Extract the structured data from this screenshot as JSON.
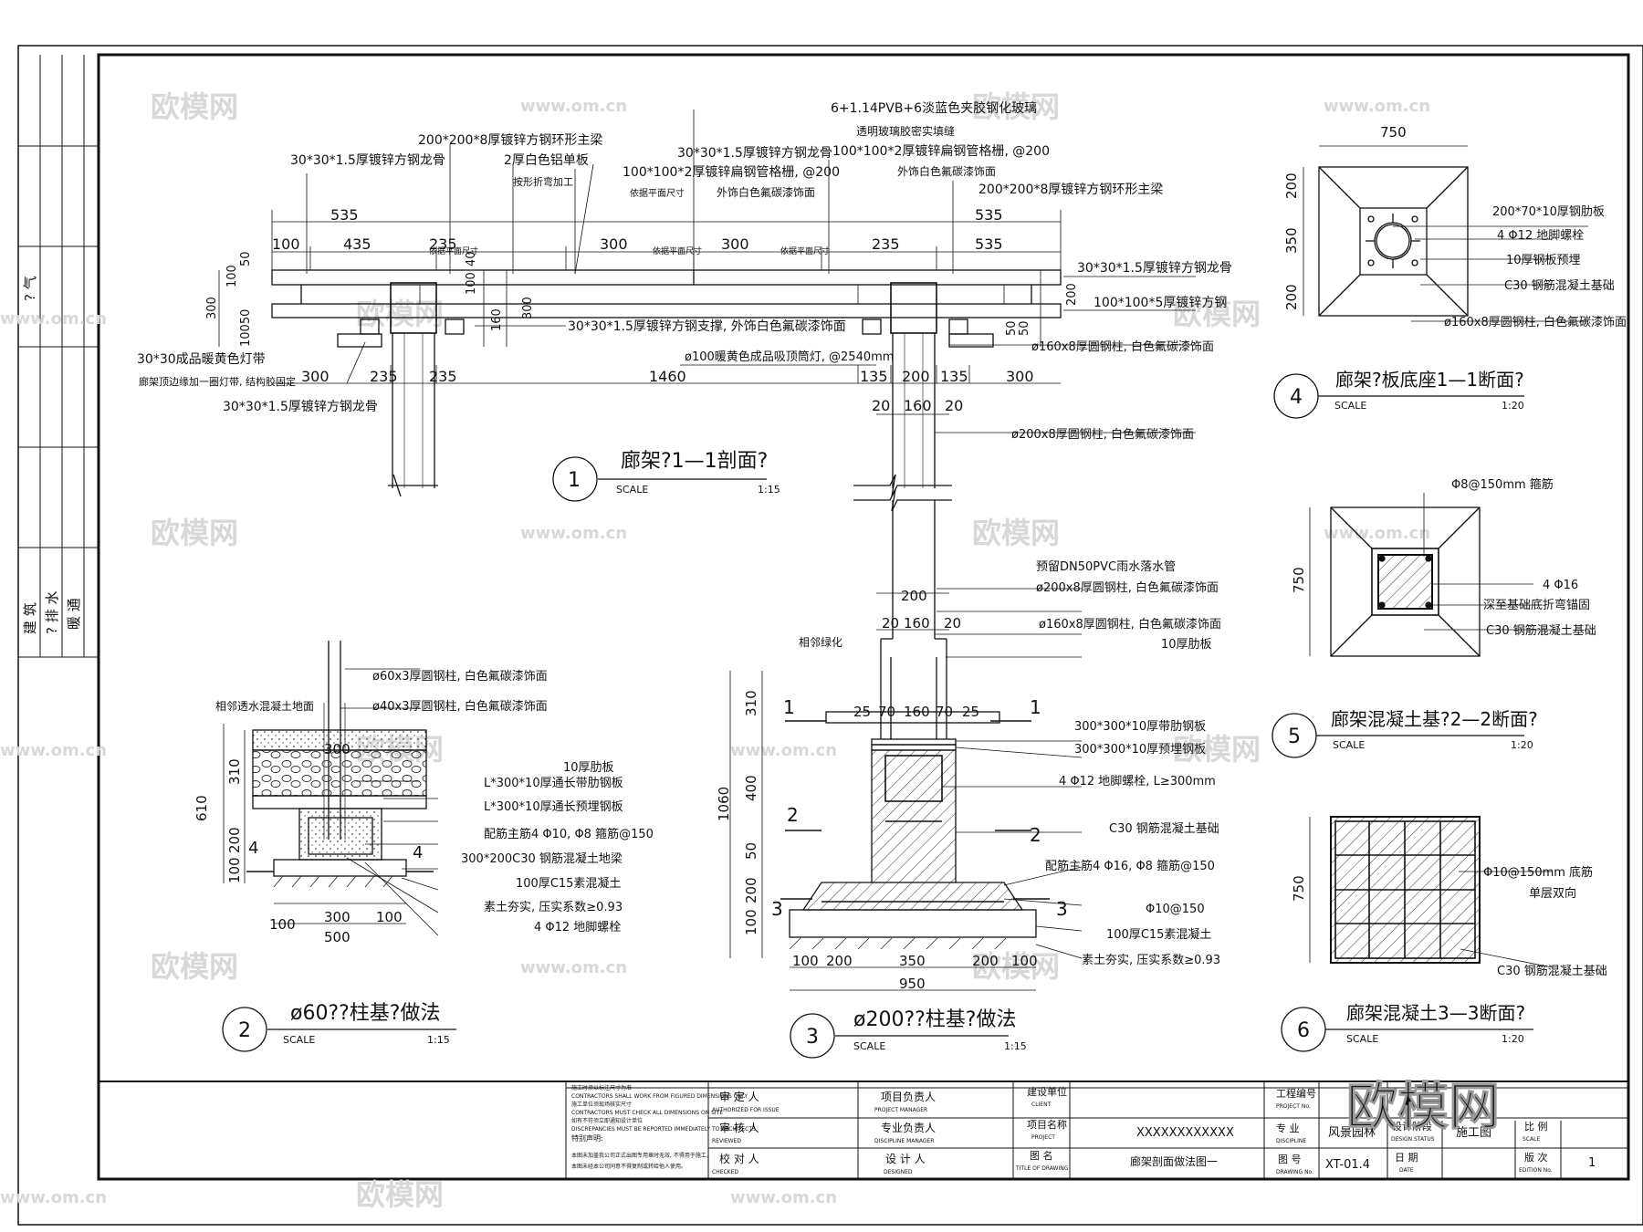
{
  "watermark": {
    "logo": "欧模网",
    "url": "www.om.cn"
  },
  "left_strip": {
    "items": [
      "建 筑",
      "? 气",
      "? 排 水",
      "暖 通",
      "?"
    ]
  },
  "detail1": {
    "num": "1",
    "title": "廊架?1—1剖面?",
    "scale_word": "SCALE",
    "scale": "1:15",
    "labels": [
      "200*200*8厚镀锌方钢环形主梁",
      "30*30*1.5厚镀锌方钢龙骨",
      "2厚白色铝单板",
      "按形折弯加工",
      "30*30*1.5厚镀锌方钢龙骨",
      "100*100*2厚镀锌扁钢管格栅, @200",
      "依据平面尺寸",
      "外饰白色氟碳漆饰面",
      "6+1.14PVB+6淡蓝色夹胶钢化玻璃",
      "透明玻璃胶密实填缝",
      "100*100*2厚镀锌扁钢管格栅, @200",
      "外饰白色氟碳漆饰面",
      "200*200*8厚镀锌方钢环形主梁",
      "30*30*1.5厚镀锌方钢龙骨",
      "100*100*5厚镀锌方钢",
      "30*30*1.5厚镀锌方钢支撑, 外饰白色氟碳漆饰面",
      "ø160x8厚圆钢柱, 白色氟碳漆饰面",
      "ø100暖黄色成品吸顶筒灯, @2540mm",
      "30*30成品暖黄色灯带",
      "廊架顶边缘加一圈灯带, 结构胶固定",
      "30*30*1.5厚镀锌方钢龙骨",
      "ø200x8厚圆钢柱, 白色氟碳漆饰面"
    ],
    "dims": [
      "535",
      "100",
      "435",
      "235",
      "300",
      "300",
      "235",
      "535",
      "50",
      "100",
      "300",
      "10050",
      "40",
      "100",
      "160",
      "300",
      "200",
      "50",
      "50",
      "300",
      "235",
      "235",
      "1460",
      "135",
      "200",
      "135",
      "300",
      "20",
      "160",
      "20",
      "依据平面尺寸"
    ]
  },
  "detail2": {
    "num": "2",
    "title": "ø60??柱基?做法",
    "scale_word": "SCALE",
    "scale": "1:15",
    "labels": [
      "ø60x3厚圆钢柱, 白色氟碳漆饰面",
      "ø40x3厚圆钢柱, 白色氟碳漆饰面",
      "相邻透水混凝土地面",
      "10厚肋板",
      "L*300*10厚通长带肋钢板",
      "L*300*10厚通长预埋钢板",
      "配筋主筋4 Φ10, Φ8 箍筋@150",
      "300*200C30 钢筋混凝土地梁",
      "100厚C15素混凝土",
      "素土夯实, 压实系数≥0.93",
      "4 Φ12 地脚螺栓"
    ],
    "dims": [
      "610",
      "310",
      "200",
      "100",
      "300",
      "300",
      "100",
      "100",
      "500",
      "4",
      "4"
    ]
  },
  "detail3": {
    "num": "3",
    "title": "ø200??柱基?做法",
    "scale_word": "SCALE",
    "scale": "1:15",
    "labels": [
      "预留DN50PVC雨水落水管",
      "ø200x8厚圆钢柱, 白色氟碳漆饰面",
      "ø160x8厚圆钢柱, 白色氟碳漆饰面",
      "10厚肋板",
      "相邻绿化",
      "300*300*10厚带肋钢板",
      "300*300*10厚预埋钢板",
      "4 Φ12 地脚螺栓, L≥300mm",
      "C30 钢筋混凝土基础",
      "配筋主筋4 Φ16, Φ8 箍筋@150",
      "Φ10@150",
      "100厚C15素混凝土",
      "素土夯实, 压实系数≥0.93"
    ],
    "dims": [
      "200",
      "20",
      "160",
      "20",
      "25",
      "70",
      "160",
      "70",
      "25",
      "310",
      "400",
      "1060",
      "50",
      "200",
      "100",
      "100",
      "200",
      "350",
      "200",
      "100",
      "950",
      "1",
      "1",
      "2",
      "2",
      "3",
      "3"
    ]
  },
  "detail4": {
    "num": "4",
    "title": "廊架?板底座1—1断面?",
    "scale_word": "SCALE",
    "scale": "1:20",
    "labels": [
      "200*70*10厚钢肋板",
      "4 Φ12 地脚螺栓",
      "10厚钢板预埋",
      "C30 钢筋混凝土基础",
      "ø160x8厚圆钢柱, 白色氟碳漆饰面"
    ],
    "dims": [
      "750",
      "200",
      "350",
      "200"
    ]
  },
  "detail5": {
    "num": "5",
    "title": "廊架混凝土基?2—2断面?",
    "scale_word": "SCALE",
    "scale": "1:20",
    "labels": [
      "Φ8@150mm 箍筋",
      "4 Φ16",
      "深至基础底折弯锚固",
      "C30 钢筋混凝土基础"
    ],
    "dims": [
      "750"
    ]
  },
  "detail6": {
    "num": "6",
    "title": "廊架混凝土3—3断面?",
    "scale_word": "SCALE",
    "scale": "1:20",
    "labels": [
      "Φ10@150mm 底筋",
      "单层双向",
      "C30 钢筋混凝土基础"
    ],
    "dims": [
      "750"
    ]
  },
  "title_block": {
    "notes": [
      "施工时须以标注尺寸为准",
      "CONTRACTORS SHALL WORK FROM FIGURED DIMENSIONS ONLY",
      "施工单位须现场核实尺寸",
      "CONTRACTORS MUST CHECK ALL DIMENSIONS ON SITE",
      "如有不符须立即通知设计单位",
      "DISCREPANCIES MUST BE REPORTED IMMEDIATELY TO ARCHITECTS",
      "特别声明:",
      "本图未加盖我公司正式出图专用章时无效, 不得用于施工。",
      "本图未经本公司同意不得复制或转给他人使用。"
    ],
    "roles": [
      {
        "cn": "审 定 人",
        "en": "AUTHORIZED FOR ISSUE"
      },
      {
        "cn": "审 核 人",
        "en": "REVIEWED"
      },
      {
        "cn": "校 对 人",
        "en": "CHECKED"
      },
      {
        "cn": "项目负责人",
        "en": "PROJECT MANAGER"
      },
      {
        "cn": "专业负责人",
        "en": "DISCIPLINE MANAGER"
      },
      {
        "cn": "设 计 人",
        "en": "DESIGNED"
      },
      {
        "cn": "建设单位",
        "en": "CLIENT"
      },
      {
        "cn": "项目名称",
        "en": "PROJECT"
      },
      {
        "cn": "图 名",
        "en": "TITLE OF DRAWING"
      },
      {
        "cn": "工程编号",
        "en": "PROJECT No."
      },
      {
        "cn": "专 业",
        "en": "DISCIPLINE"
      },
      {
        "cn": "图 号",
        "en": "DRAWING No."
      },
      {
        "cn": "设计阶段",
        "en": "DESIGN STATUS"
      },
      {
        "cn": "日 期",
        "en": "DATE"
      },
      {
        "cn": "比 例",
        "en": "SCALE"
      },
      {
        "cn": "版 次",
        "en": "EDITION No."
      }
    ],
    "project_name": "XXXXXXXXXXXX",
    "drawing_title": "廊架剖面做法图一",
    "discipline": "风景园林",
    "drawing_no": "XT-01.4",
    "design_status": "施工图",
    "edition": "1"
  },
  "colors": {
    "line": "#111111",
    "watermark": "#d8d8d8",
    "paper": "#ffffff"
  }
}
